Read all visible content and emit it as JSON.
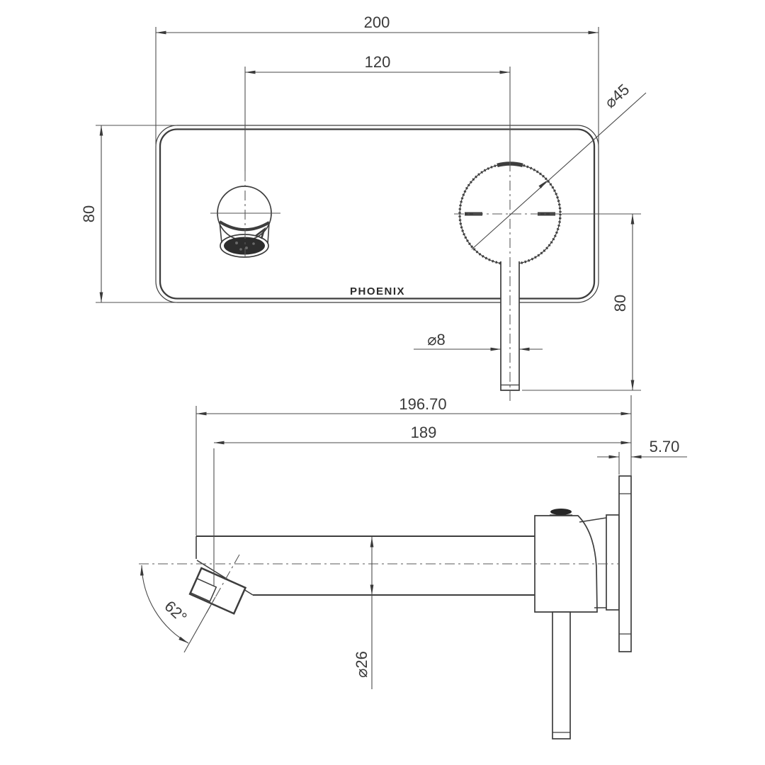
{
  "page": {
    "background": "#ffffff",
    "line_color": "#3d3d3d",
    "text_color": "#3a3a3a"
  },
  "front_view": {
    "brand_label": "PHOENIX",
    "dim_overall_width": "200",
    "dim_hole_centres": "120",
    "dim_plate_height": "80",
    "dim_handle_drop": "80",
    "dim_handle_stem_diameter": "⌀8",
    "dim_knob_diameter": "⌀45"
  },
  "side_view": {
    "dim_overall_projection": "196.70",
    "dim_spout_projection": "189",
    "dim_plate_thickness": "5.70",
    "dim_spout_angle": "62°",
    "dim_spout_diameter": "⌀26"
  }
}
